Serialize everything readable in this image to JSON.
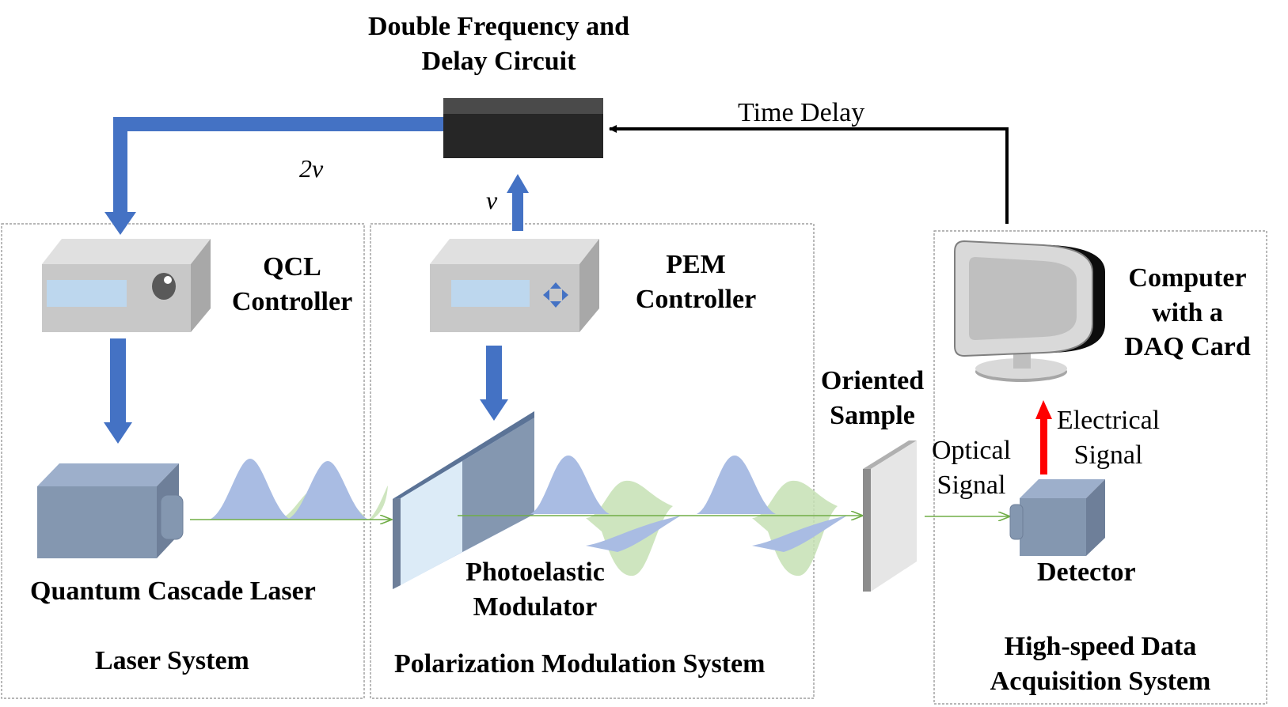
{
  "labels": {
    "circuit_line1": "Double Frequency and",
    "circuit_line2": "Delay  Circuit",
    "time_delay": "Time Delay",
    "two_v": "2v",
    "v": "v",
    "qcl_controller_line1": "QCL",
    "qcl_controller_line2": "Controller",
    "pem_controller_line1": "PEM",
    "pem_controller_line2": "Controller",
    "computer_line1": "Computer",
    "computer_line2": "with a",
    "computer_line3": "DAQ Card",
    "oriented_line1": "Oriented",
    "oriented_line2": "Sample",
    "optical_line1": "Optical",
    "optical_line2": "Signal",
    "electrical_line1": "Electrical",
    "electrical_line2": "Signal",
    "qcl": "Quantum Cascade Laser",
    "pem_line1": "Photoelastic",
    "pem_line2": "Modulator",
    "detector": "Detector",
    "laser_system": "Laser System",
    "polarization_system": "Polarization Modulation System",
    "daq_line1": "High-speed Data",
    "daq_line2": "Acquisition System"
  },
  "colors": {
    "blue_arrow": "#4472C4",
    "black_box": "#262626",
    "device_gray": "#C8C8C8",
    "laser_blue": "#8497B0",
    "wave_blue": "#A9BCE3",
    "wave_green": "#C5E0B4",
    "beam_green": "#70AD47",
    "red_arrow": "#FF0000",
    "dashed_border": "#8C8C8C"
  }
}
